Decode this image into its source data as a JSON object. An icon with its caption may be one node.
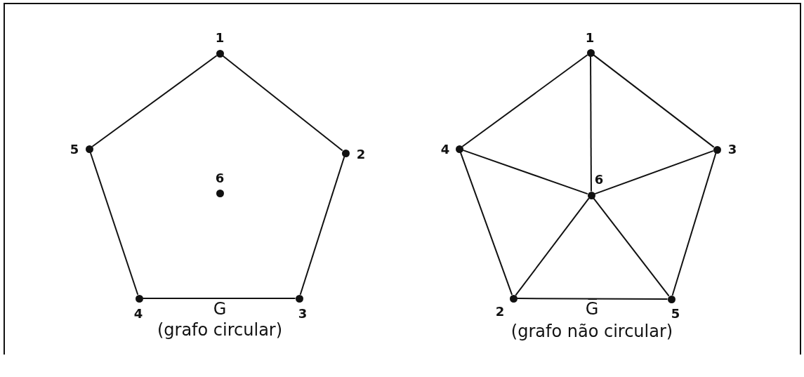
{
  "diagram": {
    "nodes": [
      {
        "text": [],
        "shape": "circle",
        "beside": [
          "1"
        ]
      },
      {
        "text": [],
        "shape": "circle",
        "beside": [
          "2"
        ]
      },
      {
        "text": [],
        "shape": "circle",
        "beside": [
          "3"
        ]
      },
      {
        "text": [],
        "shape": "circle",
        "beside": [
          "4"
        ]
      },
      {
        "text": [],
        "shape": "circle",
        "beside": [
          "5"
        ]
      },
      {
        "text": [],
        "shape": "circle",
        "beside": [
          "6"
        ]
      },
      {
        "text": [],
        "shape": "circle",
        "beside": [
          "1"
        ]
      },
      {
        "text": [],
        "shape": "circle",
        "beside": [
          "4"
        ]
      },
      {
        "text": [],
        "shape": "circle",
        "beside": [
          "3"
        ]
      },
      {
        "text": [],
        "shape": "circle",
        "beside": [
          "6"
        ]
      },
      {
        "text": [],
        "shape": "circle",
        "beside": [
          "2"
        ]
      },
      {
        "text": [],
        "shape": "circle",
        "beside": [
          "5"
        ]
      }
    ],
    "edges": [
      {
        "from": 0,
        "to": 1,
        "arrow": "none"
      },
      {
        "from": 1,
        "to": 2,
        "arrow": "none"
      },
      {
        "from": 2,
        "to": 3,
        "arrow": "none"
      },
      {
        "from": 3,
        "to": 4,
        "arrow": "none"
      },
      {
        "from": 4,
        "to": 0,
        "arrow": "none"
      },
      {
        "from": 6,
        "to": 7,
        "arrow": "none"
      },
      {
        "from": 6,
        "to": 8,
        "arrow": "none"
      },
      {
        "from": 6,
        "to": 9,
        "arrow": "none"
      },
      {
        "from": 7,
        "to": 9,
        "arrow": "none"
      },
      {
        "from": 8,
        "to": 9,
        "arrow": "none"
      },
      {
        "from": 7,
        "to": 10,
        "arrow": "none"
      },
      {
        "from": 8,
        "to": 11,
        "arrow": "none"
      },
      {
        "from": 9,
        "to": 10,
        "arrow": "none"
      },
      {
        "from": 9,
        "to": 11,
        "arrow": "none"
      },
      {
        "from": 10,
        "to": 11,
        "arrow": "none"
      }
    ],
    "labels": [
      "G",
      "(grafo circular)",
      "G̅",
      "(grafo não circular)"
    ]
  }
}
